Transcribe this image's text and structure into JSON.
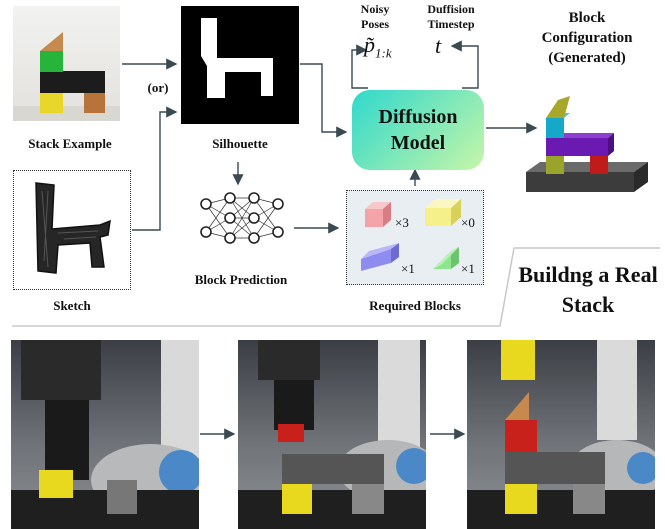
{
  "top": {
    "stack_example_label": "Stack Example",
    "or_label": "(or)",
    "sketch_label": "Sketch",
    "silhouette_label": "Silhouette",
    "block_prediction_label": "Block Prediction",
    "noisy_poses_label": "Noisy Poses",
    "noisy_poses_symbol": "p̃",
    "noisy_poses_subscript": "1:k",
    "diffusion_timestep_label": "Duffision Timestep",
    "timestep_symbol": "t",
    "diffusion_model_label": "Diffusion Model",
    "block_config_label": "Block Configuration (Generated)",
    "required_blocks_label": "Required Blocks",
    "required_blocks": [
      {
        "shape": "cube",
        "color": "#f4a3a8",
        "count": "×3"
      },
      {
        "shape": "cuboid",
        "color": "#f6f08a",
        "count": "×0"
      },
      {
        "shape": "bar",
        "color": "#8f8cf0",
        "count": "×1"
      },
      {
        "shape": "wedge",
        "color": "#8fe58f",
        "count": "×1"
      }
    ]
  },
  "bottom": {
    "title": "Buildng a Real Stack"
  },
  "colors": {
    "diffusion_gradient_start": "#2fd8cd",
    "diffusion_gradient_end": "#c7f6a8",
    "arrow": "#3a4a52"
  }
}
